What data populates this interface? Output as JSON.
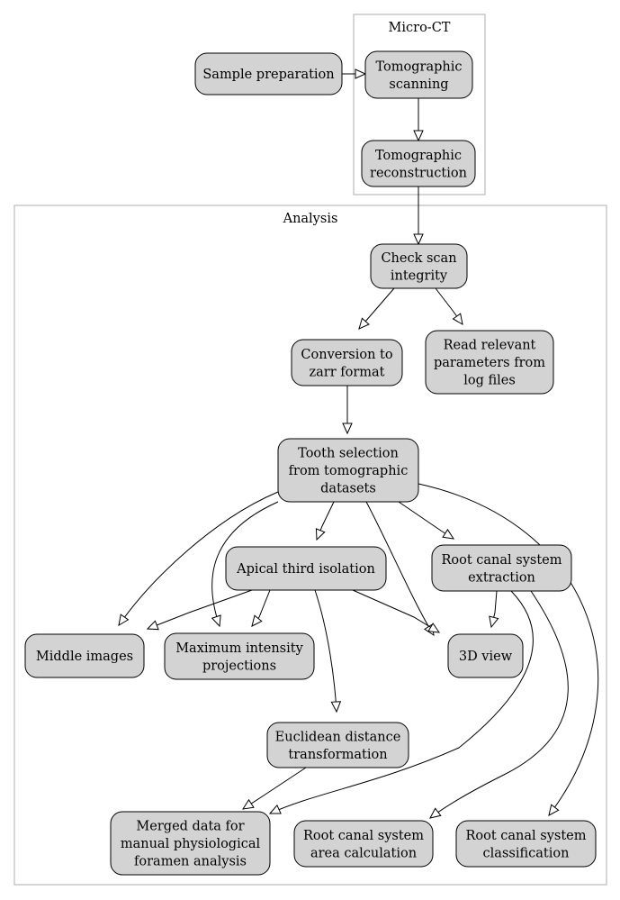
{
  "clusters": [
    {
      "id": "microct",
      "label": "Micro-CT"
    },
    {
      "id": "analysis",
      "label": "Analysis"
    }
  ],
  "nodes": [
    {
      "id": "sample_prep",
      "lines": [
        "Sample preparation"
      ]
    },
    {
      "id": "tomo_scan",
      "lines": [
        "Tomographic",
        "scanning"
      ]
    },
    {
      "id": "tomo_recon",
      "lines": [
        "Tomographic",
        "reconstruction"
      ]
    },
    {
      "id": "check_scan",
      "lines": [
        "Check scan",
        "integrity"
      ]
    },
    {
      "id": "conversion",
      "lines": [
        "Conversion to",
        "zarr format"
      ]
    },
    {
      "id": "read_params",
      "lines": [
        "Read relevant",
        "parameters from",
        "log files"
      ]
    },
    {
      "id": "tooth_sel",
      "lines": [
        "Tooth selection",
        "from tomographic",
        "datasets"
      ]
    },
    {
      "id": "apical",
      "lines": [
        "Apical third isolation"
      ]
    },
    {
      "id": "rcs_extract",
      "lines": [
        "Root canal system",
        "extraction"
      ]
    },
    {
      "id": "middle",
      "lines": [
        "Middle images"
      ]
    },
    {
      "id": "mip",
      "lines": [
        "Maximum intensity",
        "projections"
      ]
    },
    {
      "id": "view3d",
      "lines": [
        "3D view"
      ]
    },
    {
      "id": "edt",
      "lines": [
        "Euclidean distance",
        "transformation"
      ]
    },
    {
      "id": "merged",
      "lines": [
        "Merged data for",
        "manual physiological",
        "foramen analysis"
      ]
    },
    {
      "id": "area",
      "lines": [
        "Root canal system",
        "area calculation"
      ]
    },
    {
      "id": "classif",
      "lines": [
        "Root canal system",
        "classification"
      ]
    }
  ],
  "edges": [
    {
      "from": "sample_prep",
      "to": "tomo_scan"
    },
    {
      "from": "tomo_scan",
      "to": "tomo_recon"
    },
    {
      "from": "tomo_recon",
      "to": "check_scan"
    },
    {
      "from": "check_scan",
      "to": "conversion"
    },
    {
      "from": "check_scan",
      "to": "read_params"
    },
    {
      "from": "conversion",
      "to": "tooth_sel"
    },
    {
      "from": "tooth_sel",
      "to": "apical"
    },
    {
      "from": "tooth_sel",
      "to": "rcs_extract"
    },
    {
      "from": "tooth_sel",
      "to": "middle"
    },
    {
      "from": "tooth_sel",
      "to": "mip"
    },
    {
      "from": "tooth_sel",
      "to": "view3d"
    },
    {
      "from": "tooth_sel",
      "to": "classif"
    },
    {
      "from": "apical",
      "to": "middle"
    },
    {
      "from": "apical",
      "to": "mip"
    },
    {
      "from": "apical",
      "to": "view3d"
    },
    {
      "from": "apical",
      "to": "edt"
    },
    {
      "from": "rcs_extract",
      "to": "view3d"
    },
    {
      "from": "rcs_extract",
      "to": "merged"
    },
    {
      "from": "rcs_extract",
      "to": "area"
    },
    {
      "from": "edt",
      "to": "merged"
    }
  ],
  "colors": {
    "node_fill": "#d3d3d3",
    "cluster_border": "#c0c0c0",
    "arrow_fill": "#ffffff"
  }
}
